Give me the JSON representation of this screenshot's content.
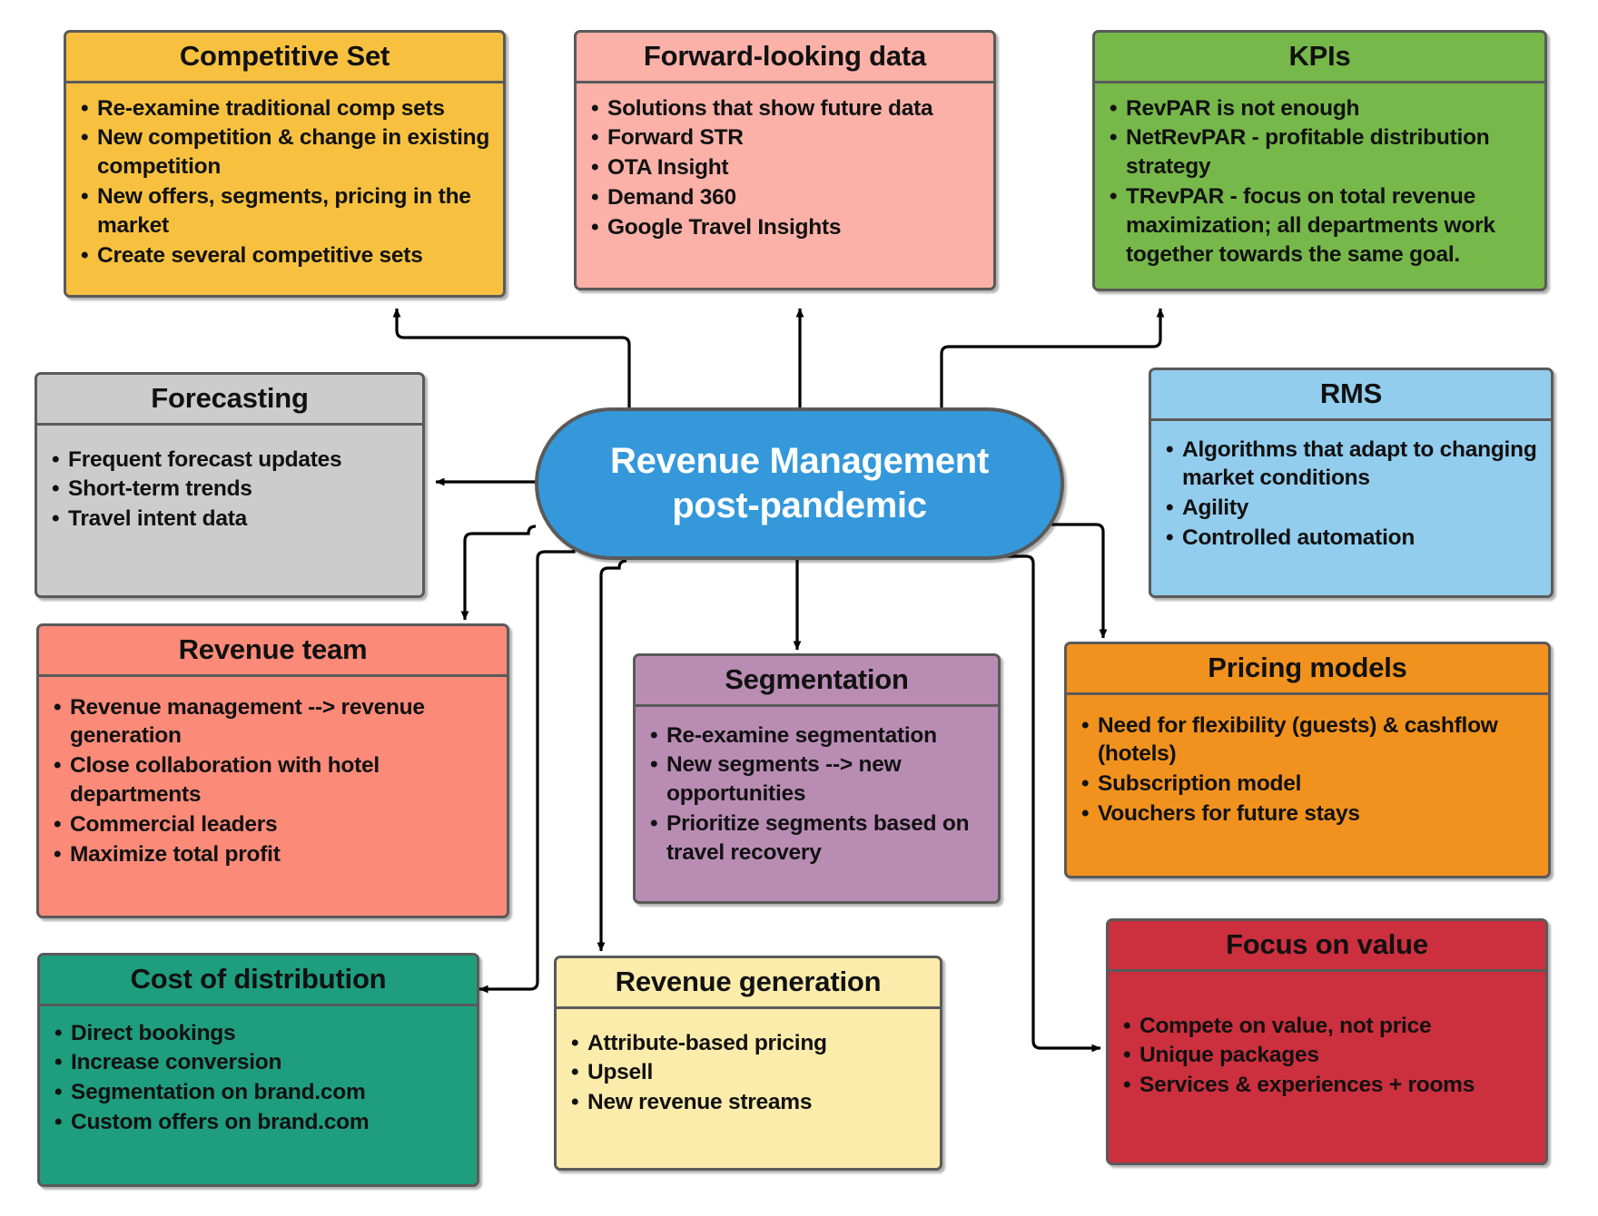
{
  "diagram": {
    "central": {
      "label": "Revenue Management post-pandemic",
      "line1": "Revenue Management",
      "line2": "post-pandemic",
      "color": "#3498db"
    },
    "nodes": [
      {
        "id": "competitive-set",
        "title": "Competitive Set",
        "color": "#f7c13f",
        "items": [
          "Re-examine traditional comp sets",
          "New competition & change in existing competition",
          "New offers, segments, pricing in the market",
          "Create several competitive sets"
        ]
      },
      {
        "id": "forward-looking-data",
        "title": "Forward-looking data",
        "color": "#fbb1a8",
        "items": [
          "Solutions that show future data",
          "Forward STR",
          "OTA Insight",
          "Demand 360",
          "Google Travel Insights"
        ]
      },
      {
        "id": "kpis",
        "title": "KPIs",
        "color": "#76b84a",
        "items": [
          "RevPAR is not enough",
          "NetRevPAR - profitable distribution strategy",
          "TRevPAR - focus on total revenue maximization; all departments work together towards the same goal."
        ]
      },
      {
        "id": "forecasting",
        "title": "Forecasting",
        "color": "#cccccc",
        "items": [
          "Frequent forecast updates",
          "Short-term trends",
          "Travel intent data"
        ]
      },
      {
        "id": "rms",
        "title": "RMS",
        "color": "#92cdee",
        "items": [
          "Algorithms that adapt to changing market conditions",
          "Agility",
          "Controlled automation"
        ]
      },
      {
        "id": "revenue-team",
        "title": "Revenue team",
        "color": "#fb8a78",
        "items": [
          "Revenue management --> revenue generation",
          "Close collaboration with hotel departments",
          "Commercial leaders",
          "Maximize total profit"
        ]
      },
      {
        "id": "segmentation",
        "title": "Segmentation",
        "color": "#b98cb4",
        "items": [
          "Re-examine segmentation",
          "New segments --> new opportunities",
          "Prioritize segments based on travel recovery"
        ]
      },
      {
        "id": "pricing-models",
        "title": "Pricing models",
        "color": "#f1921e",
        "items": [
          "Need for flexibility (guests) & cashflow (hotels)",
          "Subscription model",
          "Vouchers for future stays"
        ]
      },
      {
        "id": "cost-of-distribution",
        "title": "Cost of distribution",
        "color": "#1e9e7e",
        "items": [
          "Direct bookings",
          "Increase conversion",
          "Segmentation on brand.com",
          "Custom offers on brand.com"
        ]
      },
      {
        "id": "revenue-generation",
        "title": "Revenue generation",
        "color": "#fbecab",
        "items": [
          "Attribute-based pricing",
          "Upsell",
          "New revenue streams"
        ]
      },
      {
        "id": "focus-on-value",
        "title": "Focus on value",
        "color": "#cc2f3e",
        "items": [
          "Compete on value, not price",
          "Unique packages",
          "Services & experiences + rooms"
        ]
      }
    ],
    "edge_color": "#000000",
    "border_color": "#5a5a5a"
  }
}
